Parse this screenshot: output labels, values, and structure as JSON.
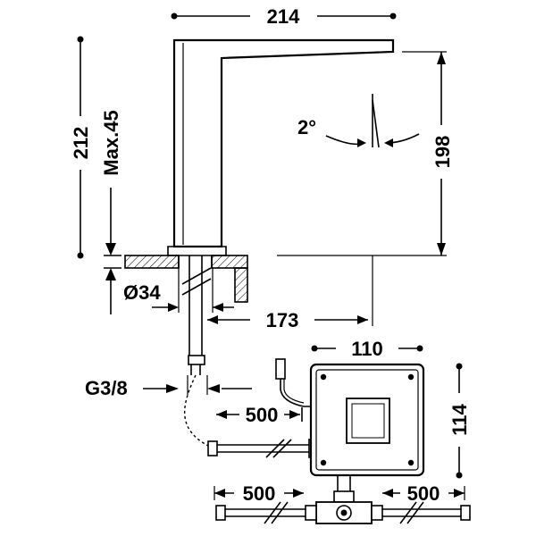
{
  "labels": {
    "width_top": "214",
    "height_total": "212",
    "max_deck": "Max.45",
    "spout_height": "198",
    "angle": "2°",
    "hole_diameter": "Ø34",
    "reach": "173",
    "thread": "G3/8",
    "box_width": "110",
    "box_height": "114",
    "cable_length": "500",
    "hose_left": "500",
    "hose_right": "500"
  }
}
